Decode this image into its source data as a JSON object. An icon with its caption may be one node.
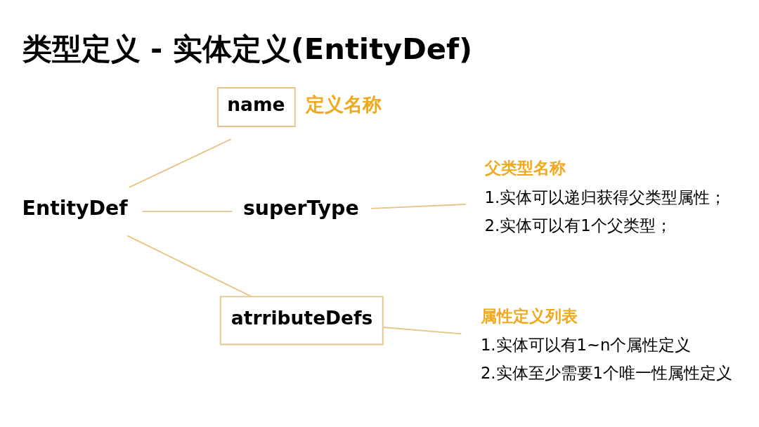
{
  "diagram": {
    "title": "类型定义 - 实体定义(EntityDef)",
    "nodes": [
      {
        "text": [
          "EntityDef"
        ]
      },
      {
        "text": [
          "name"
        ],
        "beside": [
          "定义名称"
        ]
      },
      {
        "text": [
          "superType"
        ]
      },
      {
        "text": [
          "父类型名称",
          "1.实体可以递归获得父类型属性；",
          "2.实体可以有1个父类型；"
        ]
      },
      {
        "text": [
          "atrributeDefs"
        ]
      },
      {
        "text": [
          "属性定义列表",
          "1.实体可以有1~n个属性定义",
          "2.实体至少需要1个唯一性属性定义"
        ]
      }
    ],
    "edges": [
      {
        "from": 0,
        "to": 1,
        "arrow": "none"
      },
      {
        "from": 0,
        "to": 2,
        "arrow": "none"
      },
      {
        "from": 0,
        "to": 4,
        "arrow": "none"
      },
      {
        "from": 2,
        "to": 3,
        "arrow": "none"
      },
      {
        "from": 4,
        "to": 5,
        "arrow": "none"
      }
    ]
  }
}
